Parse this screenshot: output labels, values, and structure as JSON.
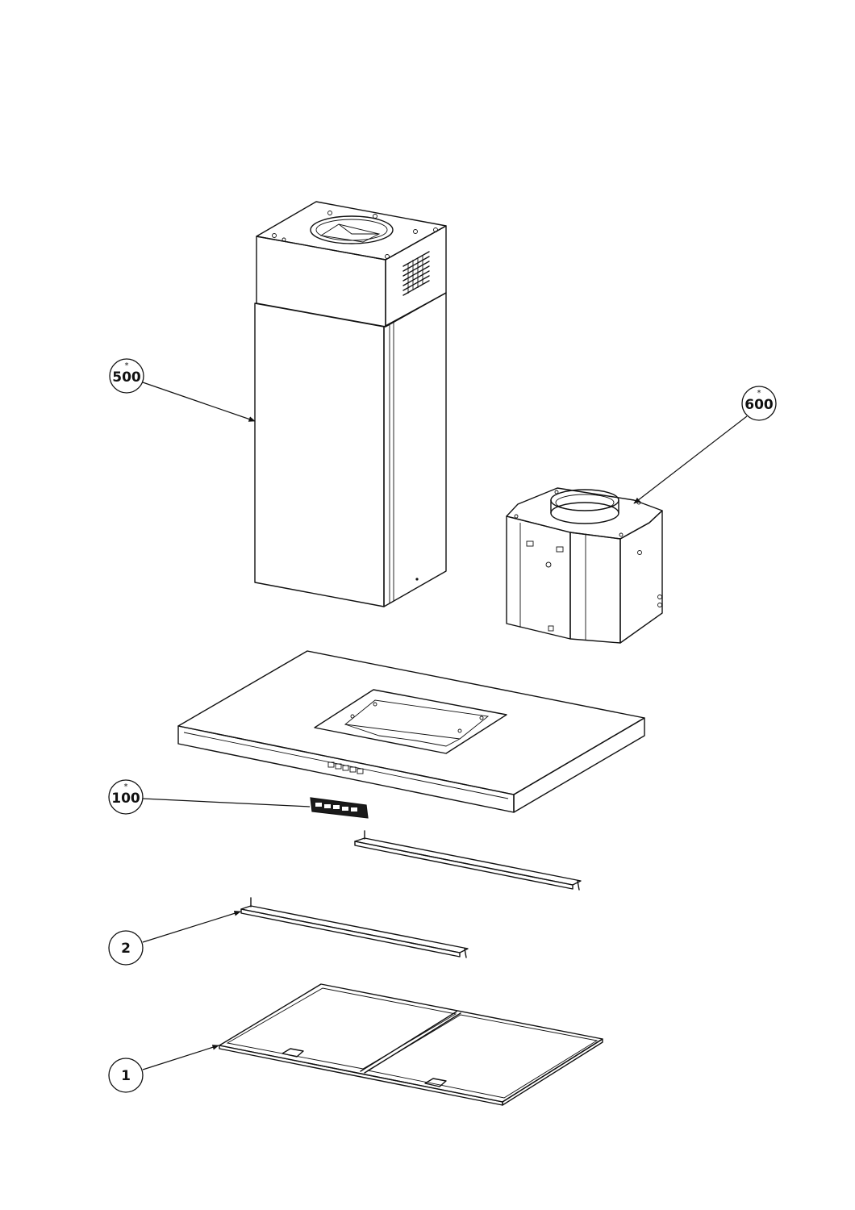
{
  "callouts": [
    {
      "id": "c500",
      "label": "500",
      "mark": "*",
      "starred": true
    },
    {
      "id": "c600",
      "label": "600",
      "mark": "*",
      "starred": true
    },
    {
      "id": "c100",
      "label": "100",
      "mark": "*",
      "starred": true
    },
    {
      "id": "c2",
      "label": "2",
      "mark": "",
      "starred": false
    },
    {
      "id": "c1",
      "label": "1",
      "mark": "",
      "starred": false
    }
  ]
}
